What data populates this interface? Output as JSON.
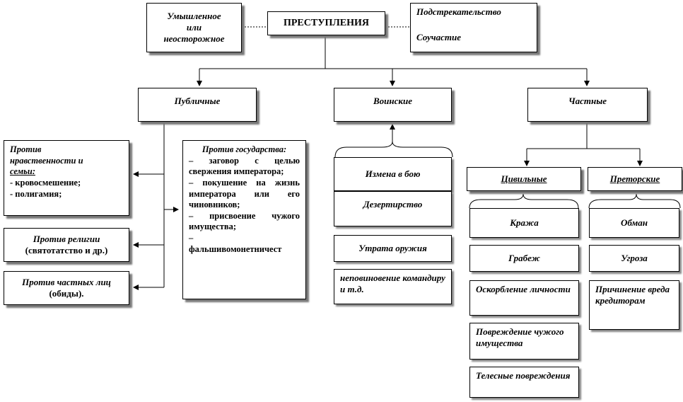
{
  "title": "ПРЕСТУПЛЕНИЯ",
  "intent": [
    "Умышленное",
    "или",
    "неосторожное"
  ],
  "complicity": [
    "Подстрекательство",
    "Соучастие"
  ],
  "categories": {
    "public": "Публичные",
    "military": "Воинские",
    "private": "Частные"
  },
  "public_sub": {
    "morality": {
      "heading": [
        "Против",
        "нравственности и",
        "семьи:"
      ],
      "items": [
        "- кровосмешение;",
        "- полигамия;"
      ]
    },
    "religion": [
      "Против религии",
      "(святотатство и др.)"
    ],
    "persons": [
      "Против частных лиц",
      "(обиды)."
    ],
    "state": {
      "heading": "Против государства:",
      "items": [
        "– заговор с целью свержения императора;",
        "– покушение на жизнь императора или его чиновников;",
        "– присвоение чужого имущества;",
        "–",
        "фальшивомонетничест"
      ]
    }
  },
  "military_items": [
    "Измена в бою",
    "Дезертирство",
    "Утрата оружия",
    "неповиновение командиру и т.д."
  ],
  "private_sub": {
    "civil": "Цивильные",
    "praetorian": "Преторские"
  },
  "civil_items": [
    "Кража",
    "Грабеж",
    "Оскорбление личности",
    "Повреждение чужого имущества",
    "Телесные повреждения"
  ],
  "praetorian_items": [
    "Обман",
    "Угроза",
    "Причинение вреда кредиторам"
  ]
}
